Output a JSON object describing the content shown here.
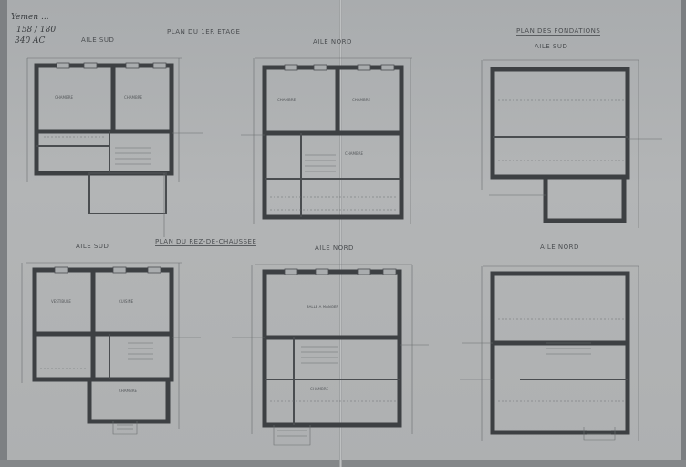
{
  "handwritten_notes": [
    "Yemen ...",
    "158 / 180",
    "340 AC"
  ],
  "titles": {
    "first_floor": "Plan du 1er Etage",
    "foundations": "Plan des Fondations",
    "ground_floor": "Plan du Rez-de-Chaussee"
  },
  "sections": [
    {
      "label": "Aile Sud"
    },
    {
      "label": "Aile Nord"
    },
    {
      "label": "Aile Sud"
    },
    {
      "label": "Aile Sud"
    },
    {
      "label": "Aile Nord"
    },
    {
      "label": "Aile Nord"
    }
  ],
  "rooms": [
    "Chambre",
    "Chambre",
    "Chambre",
    "Chambre",
    "Chambre",
    "Vestibule",
    "Cuisine",
    "Salle a manger",
    "Chambre",
    "Chambre"
  ]
}
